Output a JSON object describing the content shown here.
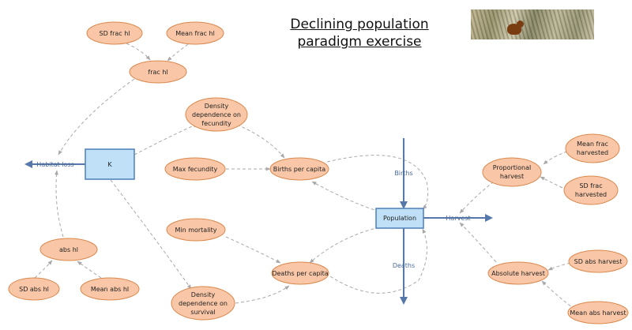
{
  "title": {
    "line1": "Declining population",
    "line2": "paradigm exercise"
  },
  "photo": {
    "icon": "stoat-photo"
  },
  "colors": {
    "auxiliary_fill": "#f9c7a7",
    "auxiliary_stroke": "#d9884c",
    "stock_fill": "#bfe0f6",
    "stock_stroke": "#4d7fb8",
    "flow": "#5677aa",
    "connector": "#a8a8a8"
  },
  "stocks": {
    "k": "K",
    "population": "Population"
  },
  "flows": {
    "habitat_loss": "Habitat loss",
    "births": "Births",
    "deaths": "Deaths",
    "harvest": "Harvest"
  },
  "variables": {
    "sd_frac_hl": "SD frac hl",
    "mean_frac_hl": "Mean frac hl",
    "frac_hl": "frac hl",
    "abs_hl": "abs hl",
    "sd_abs_hl": "SD abs hl",
    "mean_abs_hl": "Mean abs hl",
    "density_fecundity": [
      "Density",
      "dependence on",
      "fecundity"
    ],
    "max_fecundity": "Max fecundity",
    "births_per_capita": "Births per capita",
    "min_mortality": "Min mortality",
    "deaths_per_capita": "Deaths per capita",
    "density_survival": [
      "Density",
      "dependence on",
      "survival"
    ],
    "proportional_harvest": [
      "Proportional",
      "harvest"
    ],
    "mean_frac_harvested": [
      "Mean frac",
      "harvested"
    ],
    "sd_frac_harvested": [
      "SD frac",
      "harvested"
    ],
    "absolute_harvest": "Absolute harvest",
    "sd_abs_harvest": "SD abs harvest",
    "mean_abs_harvest": "Mean abs harvest"
  }
}
